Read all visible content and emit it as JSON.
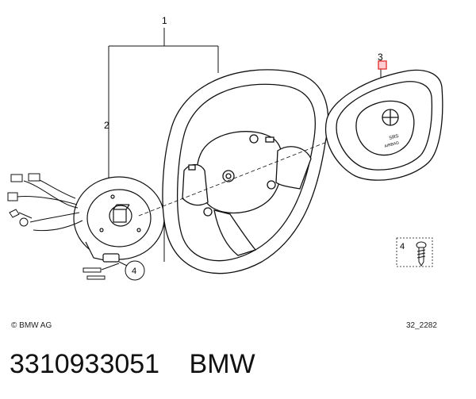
{
  "diagram": {
    "callouts": {
      "c1": "1",
      "c2": "2",
      "c3": "3",
      "c4_circle": "4",
      "c4_box": "4"
    },
    "airbag_text": {
      "srs": "SRS",
      "airbag": "AIRBAG"
    },
    "copyright": "© BMW AG",
    "drawing_code": "32_2282",
    "highlight_color": "#e53935"
  },
  "footer": {
    "part_number": "3310933051",
    "brand": "BMW"
  }
}
